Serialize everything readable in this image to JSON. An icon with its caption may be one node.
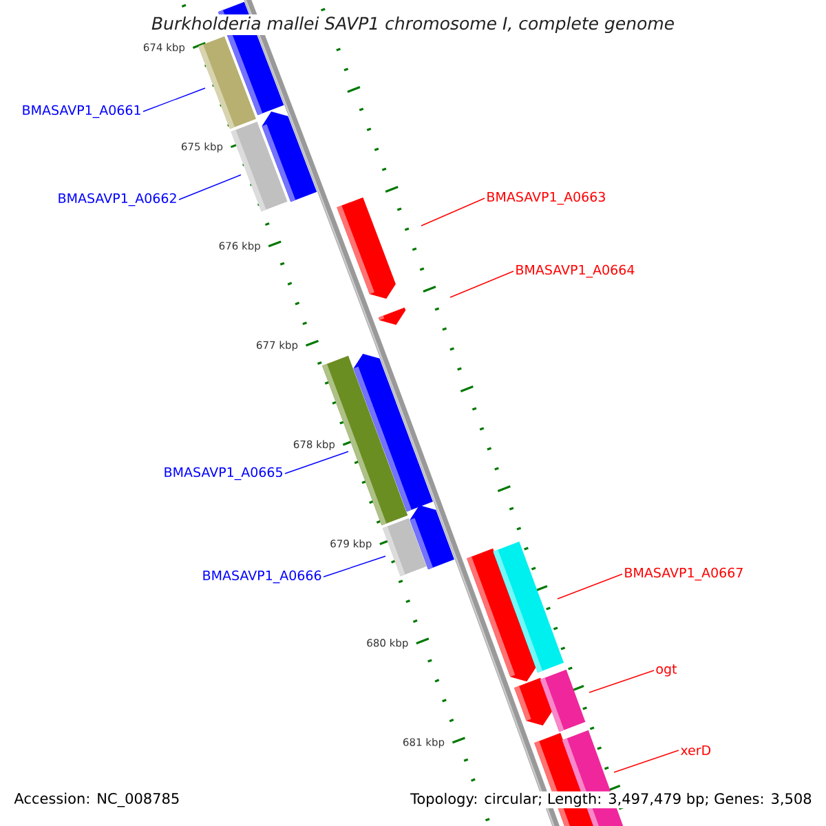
{
  "diagram": {
    "title": "Burkholderia mallei SAVP1 chromosome I, complete genome",
    "nodes": [
      {
        "text": [
          "BMASAVP1_A0661"
        ]
      },
      {
        "text": [
          "BMASAVP1_A0662"
        ]
      },
      {
        "text": [
          "BMASAVP1_A0663"
        ]
      },
      {
        "text": [
          "BMASAVP1_A0664"
        ]
      },
      {
        "text": [
          "BMASAVP1_A0665"
        ]
      },
      {
        "text": [
          "BMASAVP1_A0666"
        ]
      },
      {
        "text": [
          "BMASAVP1_A0667"
        ]
      },
      {
        "text": [
          "ogt"
        ]
      },
      {
        "text": [
          "xerD"
        ]
      }
    ],
    "edges": [
      {
        "from": 0,
        "to": null,
        "arrow": "none",
        "color": "#0000ff"
      },
      {
        "from": 1,
        "to": null,
        "arrow": "none",
        "color": "#0000ff"
      },
      {
        "from": 2,
        "to": null,
        "arrow": "none"
      },
      {
        "from": 3,
        "to": null,
        "arrow": "none"
      },
      {
        "from": 4,
        "to": null,
        "arrow": "none",
        "color": "#0000ff"
      },
      {
        "from": 5,
        "to": null,
        "arrow": "none",
        "color": "#0000ff"
      },
      {
        "from": 6,
        "to": null,
        "arrow": "none"
      },
      {
        "from": 7,
        "to": null,
        "arrow": "none"
      },
      {
        "from": 8,
        "to": null,
        "arrow": "none"
      }
    ],
    "labels": [
      "674 kbp",
      "675 kbp",
      "676 kbp",
      "677 kbp",
      "678 kbp",
      "679 kbp",
      "680 kbp",
      "681 kbp",
      "Accession: NC_008785",
      "Topology: circular; Length: 3,497,479 bp; Genes: 3,508"
    ]
  }
}
